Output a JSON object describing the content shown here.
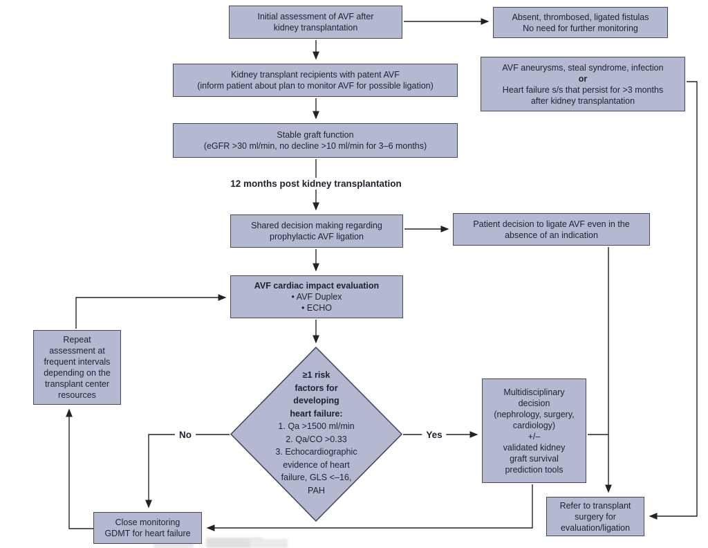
{
  "figure": {
    "description": "Flowchart for monitoring and management of AVF after kidney transplantation",
    "colors": {
      "box_fill": "#b4b8d0",
      "box_border": "#45495a",
      "arrow": "#222222",
      "text": "#1d2130",
      "background": "#ffffff"
    }
  },
  "nodes": {
    "initial_assessment": {
      "lines": [
        "Initial assessment of AVF after",
        "kidney transplantation"
      ]
    },
    "absent_fistulas": {
      "lines": [
        "Absent, thrombosed, ligated fistulas",
        "No need for further monitoring"
      ]
    },
    "patent_avf": {
      "lines": [
        "Kidney transplant recipients with patent AVF",
        "(inform patient about plan to monitor AVF for possible ligation)"
      ]
    },
    "avf_complications": {
      "lines": [
        "AVF aneurysms, steal syndrome, infection",
        "or",
        "Heart failure s/s that persist for >3 months",
        "after kidney transplantation"
      ]
    },
    "stable_graft": {
      "lines": [
        "Stable graft function",
        "(eGFR >30 ml/min, no decline >10 ml/min for 3–6 months)"
      ]
    },
    "milestone_label": "12 months post kidney transplantation",
    "shared_decision": {
      "lines": [
        "Shared decision making regarding",
        "prophylactic AVF ligation"
      ]
    },
    "patient_decision": {
      "lines": [
        "Patient decision to ligate AVF even in the",
        "absence of an indication"
      ]
    },
    "cardiac_impact": {
      "title": "AVF cardiac impact evaluation",
      "bullets": [
        "• AVF Duplex",
        "• ECHO"
      ]
    },
    "repeat_assessment": {
      "lines": [
        "Repeat",
        "assessment at",
        "frequent intervals",
        "depending on the",
        "transplant center",
        "resources"
      ]
    },
    "risk_diamond": {
      "title_lines": [
        "≥1 risk",
        "factors for",
        "developing",
        "heart failure:"
      ],
      "body_lines": [
        "1. Qa >1500 ml/min",
        "2. Qa/CO >0.33",
        "3. Echocardiographic",
        "evidence of heart",
        "failure, GLS <–16,",
        "PAH"
      ]
    },
    "multidisciplinary": {
      "lines": [
        "Multidisciplinary",
        "decision",
        "(nephrology, surgery,",
        "cardiology)",
        "+/–",
        "validated kidney",
        "graft survival",
        "prediction tools"
      ]
    },
    "refer_surgery": {
      "lines": [
        "Refer to transplant",
        "surgery for",
        "evaluation/ligation"
      ]
    },
    "close_monitoring": {
      "lines": [
        "Close monitoring",
        "GDMT for heart failure"
      ]
    },
    "branch_labels": {
      "no": "No",
      "yes": "Yes"
    }
  }
}
